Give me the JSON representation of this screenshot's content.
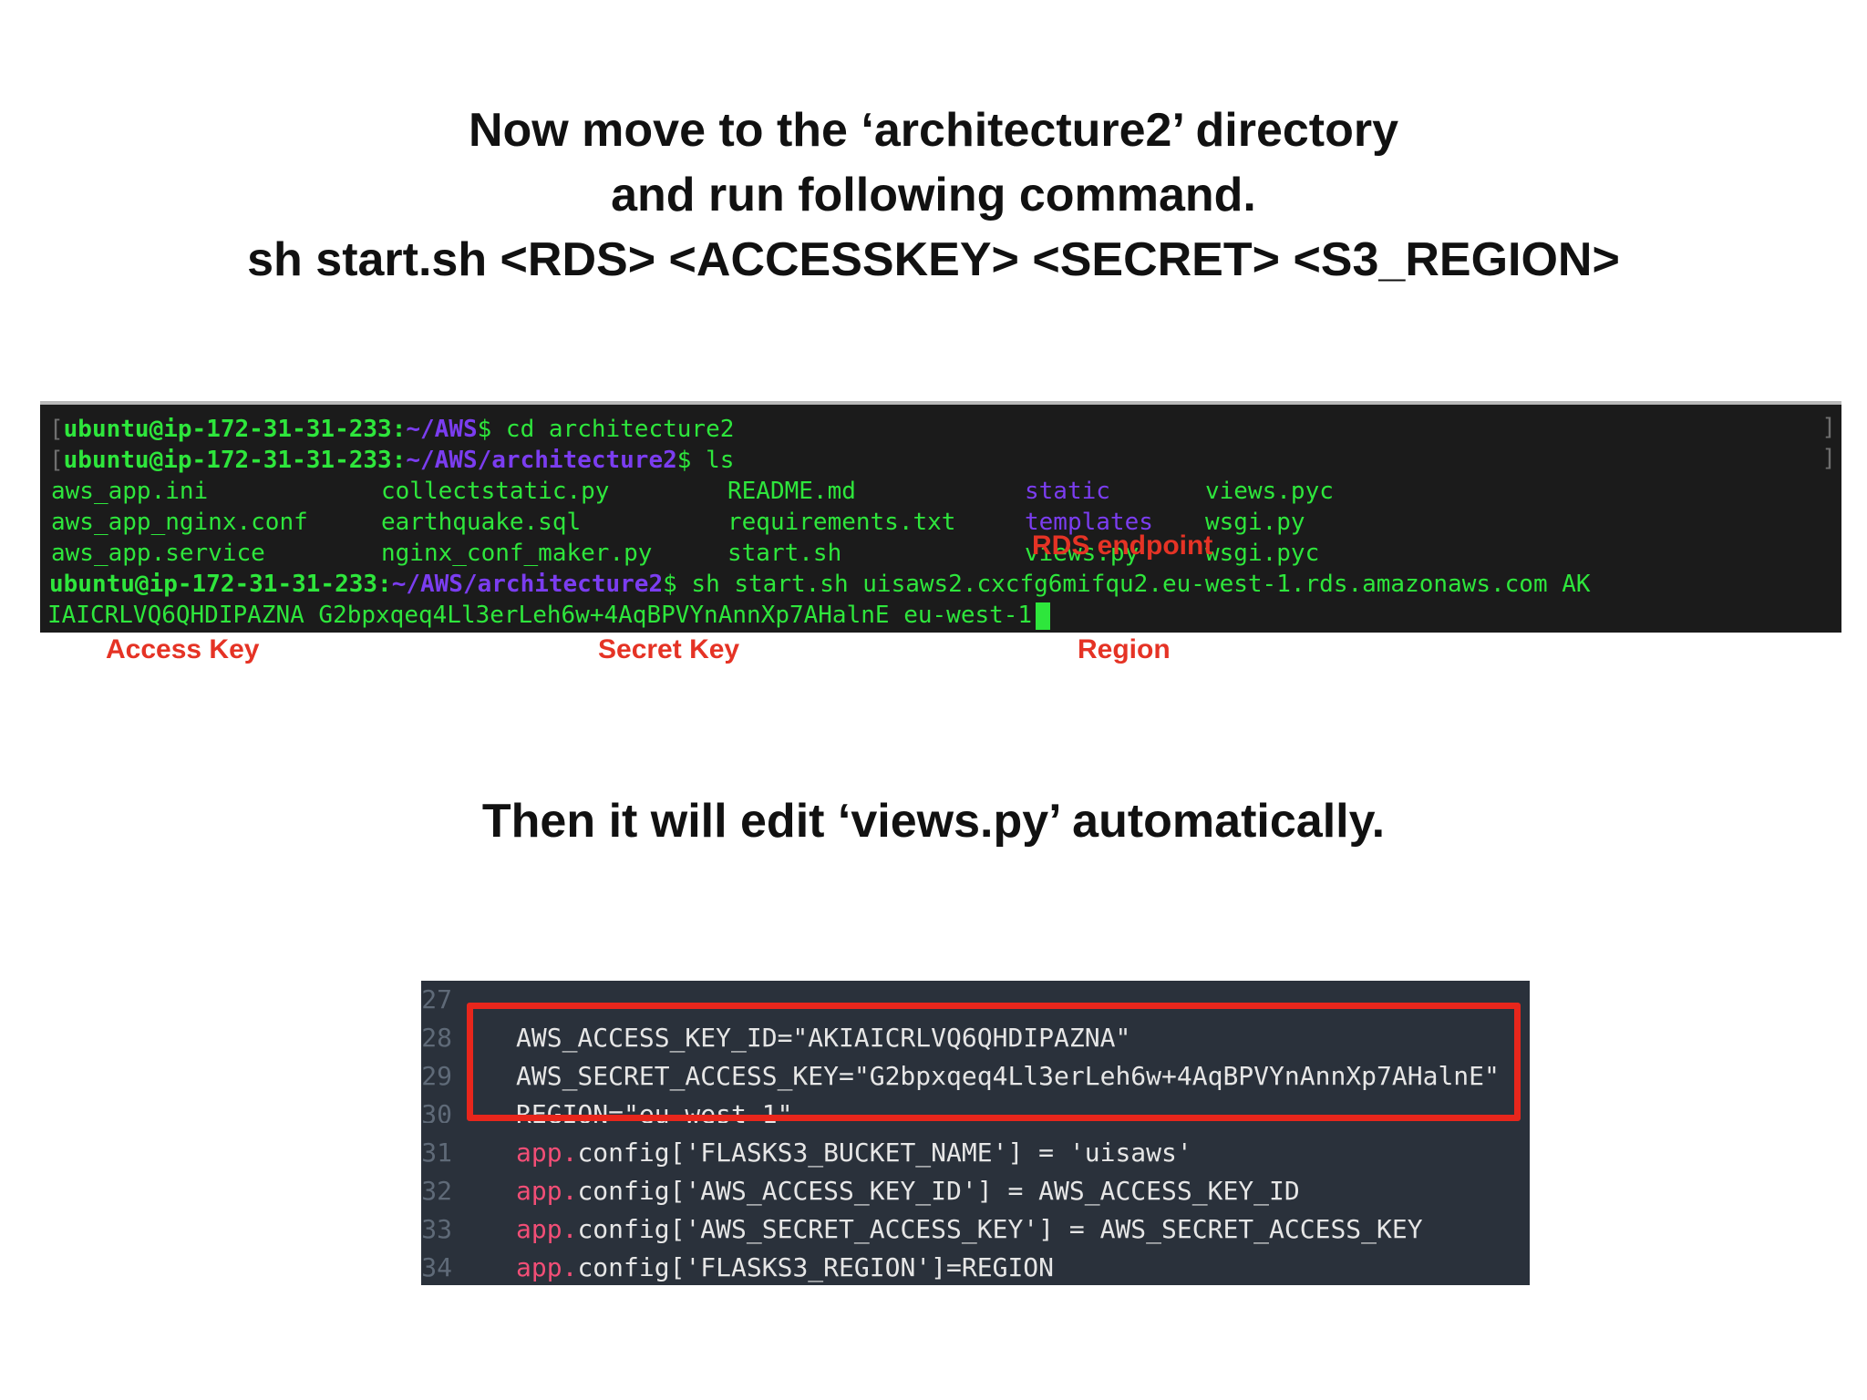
{
  "header": {
    "line1": "Now move to the ‘architecture2’ directory",
    "line2": "and run following command.",
    "line3": "sh start.sh <RDS> <ACCESSKEY> <SECRET> <S3_REGION>"
  },
  "terminal": {
    "line1": {
      "bracket": "[",
      "host": "ubuntu@ip-172-31-31-233",
      "colon": ":",
      "path": "~/AWS",
      "cmd": "$ cd architecture2",
      "right": "]"
    },
    "line2": {
      "bracket": "[",
      "host": "ubuntu@ip-172-31-31-233",
      "colon": ":",
      "path": "~/AWS/architecture2",
      "cmd": "$ ls",
      "right": "]"
    },
    "files": {
      "r1": [
        "aws_app.ini",
        "collectstatic.py",
        "README.md",
        "static",
        "views.pyc"
      ],
      "r2": [
        "aws_app_nginx.conf",
        "earthquake.sql",
        "requirements.txt",
        "templates",
        "wsgi.py"
      ],
      "r3": [
        "aws_app.service",
        "nginx_conf_maker.py",
        "start.sh",
        "views.py",
        "wsgi.pyc"
      ]
    },
    "line6": {
      "host": "ubuntu@ip-172-31-31-233",
      "colon": ":",
      "path": "~/AWS/architecture2",
      "cmd": "$ sh start.sh uisaws2.cxcfg6mifqu2.eu-west-1.rds.amazonaws.com AK"
    },
    "line7": "IAICRLVQ6QHDIPAZNA G2bpxqeq4Ll3erLeh6w+4AqBPVYnAnnXp7AHalnE eu-west-1"
  },
  "annotations": {
    "rds": "RDS endpoint",
    "access_key": "Access Key",
    "secret_key": "Secret Key",
    "region": "Region"
  },
  "subtitle": "Then it will edit ‘views.py’ automatically.",
  "editor": {
    "lines": [
      {
        "num": "27",
        "code": ""
      },
      {
        "num": "28",
        "code": "AWS_ACCESS_KEY_ID=\"AKIAICRLVQ6QHDIPAZNA\""
      },
      {
        "num": "29",
        "code": "AWS_SECRET_ACCESS_KEY=\"G2bpxqeq4Ll3erLeh6w+4AqBPVYnAnnXp7AHalnE\""
      },
      {
        "num": "30",
        "code": "REGION=\"eu-west-1\""
      },
      {
        "num": "31",
        "app": "app.",
        "rest": "config['FLASKS3_BUCKET_NAME'] = 'uisaws'"
      },
      {
        "num": "32",
        "app": "app.",
        "rest": "config['AWS_ACCESS_KEY_ID'] = AWS_ACCESS_KEY_ID"
      },
      {
        "num": "33",
        "app": "app.",
        "rest": "config['AWS_SECRET_ACCESS_KEY'] = AWS_SECRET_ACCESS_KEY"
      },
      {
        "num": "34",
        "app": "app.",
        "rest": "config['FLASKS3_REGION']=REGION"
      }
    ]
  },
  "colors": {
    "terminal_green": "#2ee63c",
    "terminal_purple": "#7b3df0",
    "annotation_red": "#e53325",
    "highlight_red": "#e8261c",
    "editor_bg": "#2a313b",
    "editor_pink": "#f24e76"
  }
}
